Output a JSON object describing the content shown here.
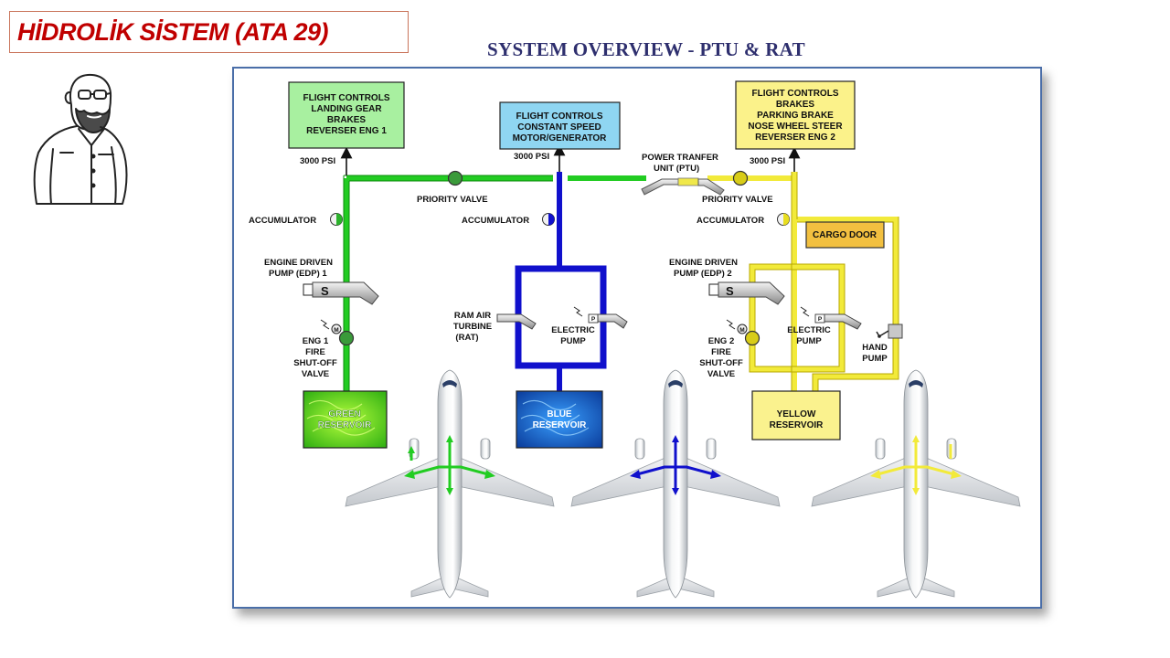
{
  "header": {
    "title": "HİDROLİK SİSTEM (ATA 29)",
    "subtitle": "SYSTEM OVERVIEW - PTU & RAT"
  },
  "colors": {
    "title_red": "#c00000",
    "subtitle_navy": "#2e2f6e",
    "green_system": "#22cc22",
    "blue_system": "#1010cc",
    "yellow_system": "#f2ea3a",
    "panel_border": "#4a6ea8"
  },
  "green_system": {
    "consumers": [
      "FLIGHT CONTROLS",
      "LANDING GEAR",
      "BRAKES",
      "REVERSER ENG 1"
    ],
    "pressure": "3000 PSI",
    "priority_valve": "PRIORITY VALVE",
    "accumulator": "ACCUMULATOR",
    "pump": [
      "ENGINE DRIVEN",
      "PUMP (EDP) 1"
    ],
    "fire_valve": [
      "ENG 1",
      "FIRE",
      "SHUT-OFF",
      "VALVE"
    ],
    "reservoir": [
      "GREEN",
      "RESERVOIR"
    ]
  },
  "blue_system": {
    "consumers": [
      "FLIGHT CONTROLS",
      "CONSTANT SPEED",
      "MOTOR/GENERATOR"
    ],
    "pressure": "3000 PSI",
    "accumulator": "ACCUMULATOR",
    "rat": [
      "RAM AIR",
      "TURBINE",
      "(RAT)"
    ],
    "electric_pump": [
      "ELECTRIC",
      "PUMP"
    ],
    "reservoir": [
      "BLUE",
      "RESERVOIR"
    ]
  },
  "yellow_system": {
    "consumers": [
      "FLIGHT CONTROLS",
      "BRAKES",
      "PARKING BRAKE",
      "NOSE WHEEL STEER",
      "REVERSER ENG 2"
    ],
    "pressure": "3000 PSI",
    "priority_valve": "PRIORITY VALVE",
    "accumulator": "ACCUMULATOR",
    "cargo_door": "CARGO DOOR",
    "pump": [
      "ENGINE DRIVEN",
      "PUMP (EDP) 2"
    ],
    "fire_valve": [
      "ENG 2",
      "FIRE",
      "SHUT-OFF",
      "VALVE"
    ],
    "electric_pump": [
      "ELECTRIC",
      "PUMP"
    ],
    "hand_pump": [
      "HAND",
      "PUMP"
    ],
    "reservoir": [
      "YELLOW",
      "RESERVOIR"
    ]
  },
  "ptu": {
    "label": [
      "POWER TRANFER",
      "UNIT (PTU)"
    ]
  },
  "pump_symbol": "S",
  "pump_letters": {
    "motor": "M",
    "pressure": "P"
  },
  "icons": [
    "presenter-avatar-icon",
    "aircraft-icon"
  ]
}
